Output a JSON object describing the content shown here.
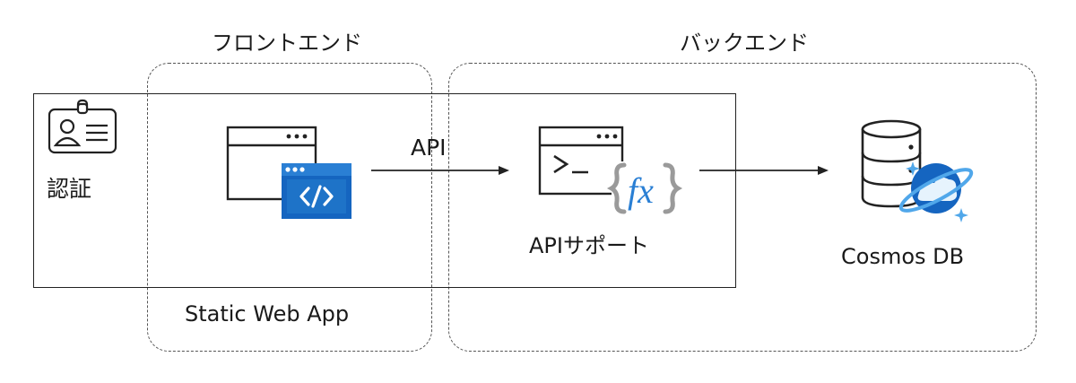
{
  "groups": {
    "frontend": {
      "title": "フロントエンド"
    },
    "backend": {
      "title": "バックエンド"
    }
  },
  "auth": {
    "label": "認証",
    "icon": "id-badge-icon"
  },
  "nodes": {
    "static_web_app": {
      "label": "Static Web App",
      "icon": "browser-code-icon"
    },
    "api_support": {
      "label": "APIサポート",
      "icon": "terminal-function-icon"
    },
    "cosmos_db": {
      "label": "Cosmos DB",
      "icon": "database-cosmos-icon"
    }
  },
  "edges": {
    "swa_to_api": {
      "label": "API"
    }
  },
  "colors": {
    "azure_blue": "#1565c0",
    "azure_light": "#50a7ea",
    "function_gray": "#9a9a9a",
    "line": "#222222"
  }
}
